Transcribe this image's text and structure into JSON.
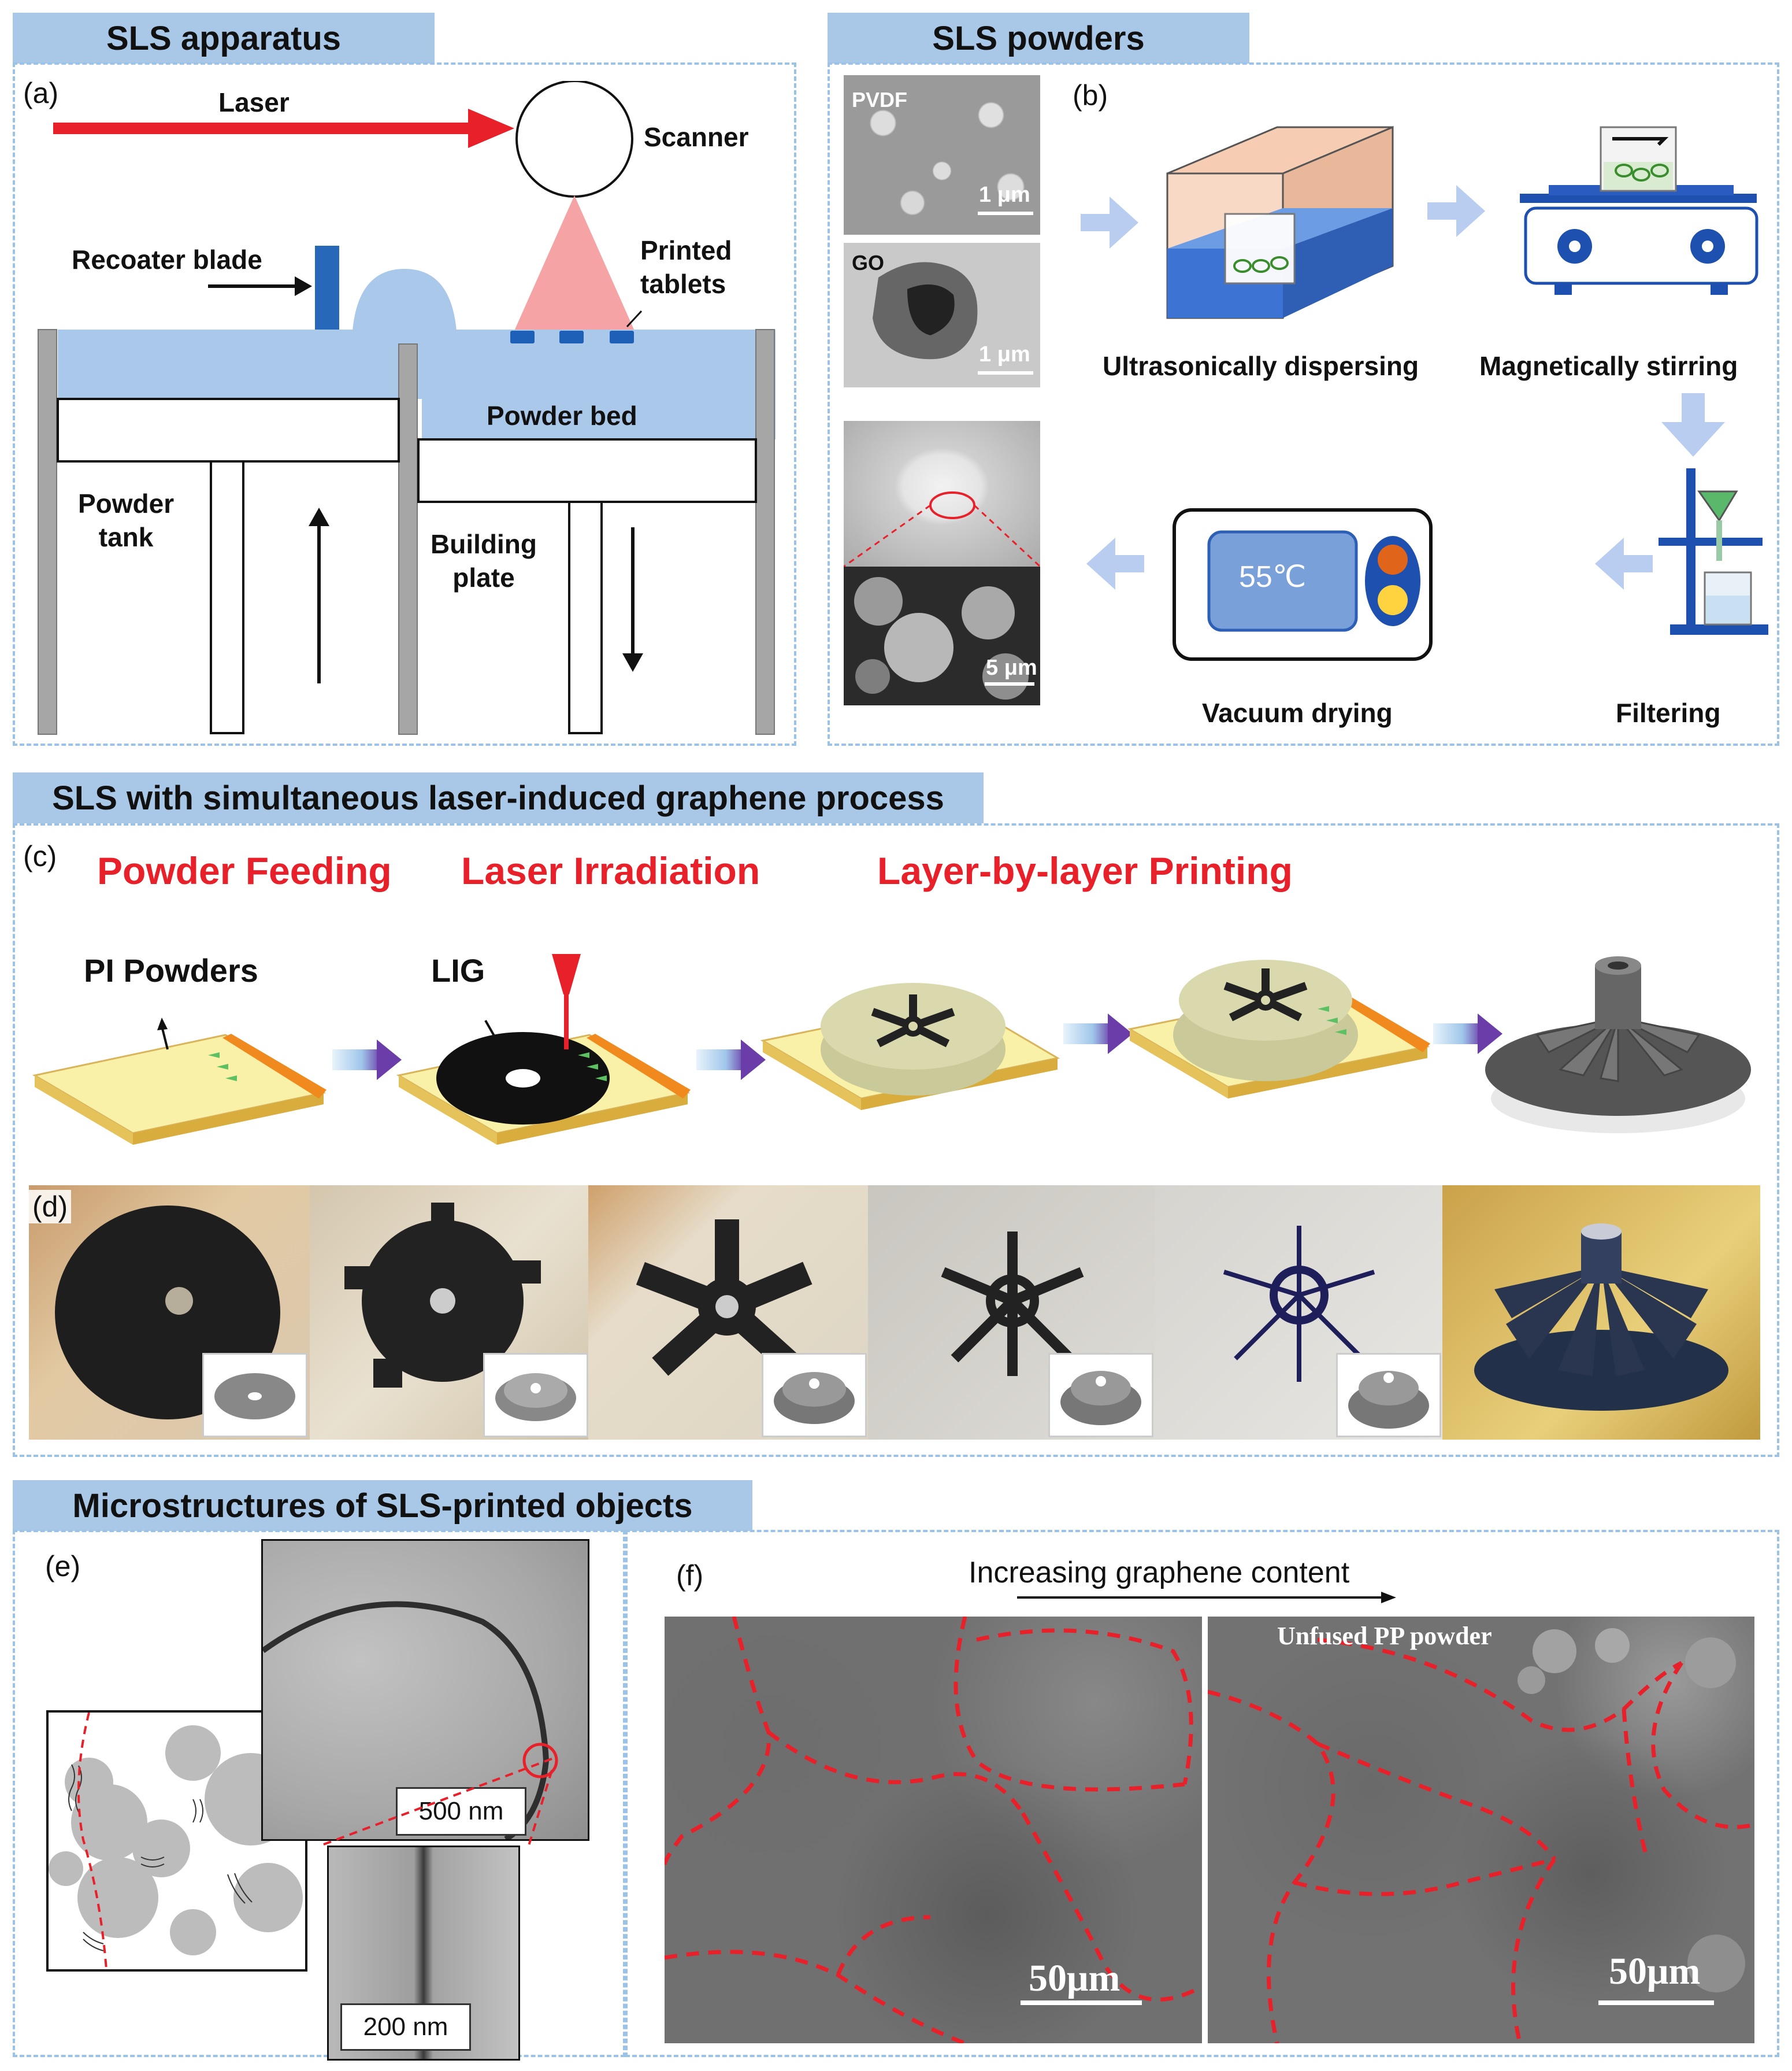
{
  "sections": {
    "apparatus": "SLS apparatus",
    "powders": "SLS powders",
    "lig": "SLS with simultaneous laser-induced graphene process",
    "micro": "Microstructures of SLS-printed objects"
  },
  "panel_a": {
    "letter": "(a)",
    "laser": "Laser",
    "scanner": "Scanner",
    "recoater": "Recoater blade",
    "printed_tablets": "Printed\ntablets",
    "powder_bed": "Powder bed",
    "powder_tank": "Powder\ntank",
    "building_plate": "Building\nplate"
  },
  "panel_b": {
    "letter": "(b)",
    "pvdf": "PVDF",
    "go": "GO",
    "scale_1": "1 μm",
    "scale_2": "1 μm",
    "scale_3": "5 μm",
    "ultrasonic": "Ultrasonically dispersing",
    "magnetic": "Magnetically stirring",
    "filtering": "Filtering",
    "vacuum": "Vacuum drying",
    "temp": "55℃"
  },
  "panel_c": {
    "letter": "(c)",
    "step1": "Powder Feeding",
    "step2": "Laser Irradiation",
    "step3": "Layer-by-layer Printing",
    "pi": "PI Powders",
    "lig": "LIG"
  },
  "panel_d": {
    "letter": "(d)"
  },
  "panel_e": {
    "letter": "(e)",
    "scale_500": "500 nm",
    "scale_200": "200 nm"
  },
  "panel_f": {
    "letter": "(f)",
    "arrow_label": "Increasing graphene content",
    "unfused": "Unfused PP powder",
    "scale_left": "50μm",
    "scale_right": "50μm"
  },
  "colors": {
    "title_bg": "#a9c8e8",
    "powder_bed": "#aac8ea",
    "laser_red": "#e8202a",
    "panel_border": "#9cc3e6"
  }
}
